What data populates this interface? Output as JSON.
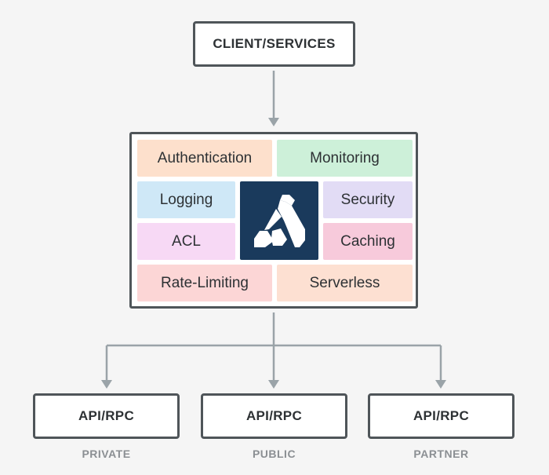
{
  "client_services": "CLIENT/SERVICES",
  "plugins": {
    "authentication": "Authentication",
    "monitoring": "Monitoring",
    "logging": "Logging",
    "security": "Security",
    "acl": "ACL",
    "caching": "Caching",
    "rate_limiting": "Rate-Limiting",
    "serverless": "Serverless"
  },
  "apis": [
    {
      "label": "API/RPC",
      "caption": "PRIVATE"
    },
    {
      "label": "API/RPC",
      "caption": "PUBLIC"
    },
    {
      "label": "API/RPC",
      "caption": "PARTNER"
    }
  ],
  "logo": "kong-gorilla-logo",
  "colors": {
    "authentication": "#fde0cc",
    "monitoring": "#cdf0d9",
    "logging": "#cfe8f7",
    "security": "#e2dcf5",
    "acl": "#f7d9f5",
    "caching": "#f7cadb",
    "rate_limiting": "#fcd6d6",
    "serverless": "#fde0d2",
    "logo_background": "#1a3a5c",
    "connector": "#9aa3a8"
  }
}
